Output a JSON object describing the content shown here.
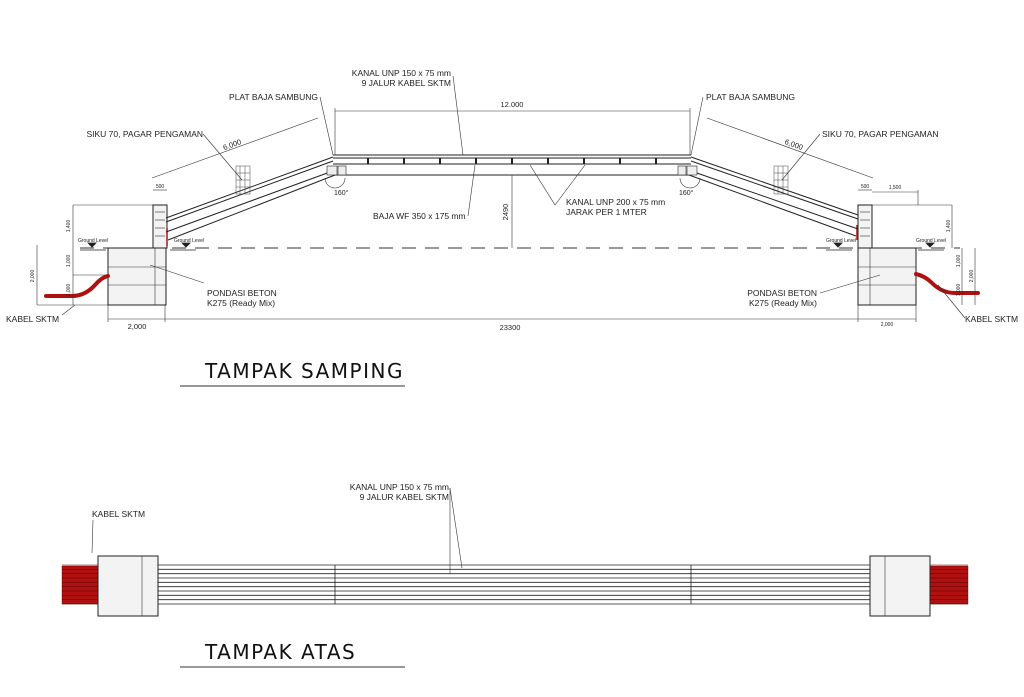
{
  "side_view": {
    "title": "TAMPAK SAMPING",
    "labels": {
      "kanal_unp_150_line1": "KANAL UNP 150 x 75 mm",
      "kanal_unp_150_line2": "9 JALUR KABEL SKTM",
      "plat_baja_left": "PLAT BAJA SAMBUNG",
      "plat_baja_right": "PLAT BAJA SAMBUNG",
      "siku_left": "SIKU 70, PAGAR PENGAMAN",
      "siku_right": "SIKU 70, PAGAR PENGAMAN",
      "baja_wf": "BAJA WF 350 x 175 mm",
      "kanal_unp_200_line1": "KANAL UNP 200 x 75 mm",
      "kanal_unp_200_line2": "JARAK PER 1 MTER",
      "pondasi_left_line1": "PONDASI BETON",
      "pondasi_left_line2": "K275 (Ready Mix)",
      "pondasi_right_line1": "PONDASI BETON",
      "pondasi_right_line2": "K275 (Ready Mix)",
      "kabel_left": "KABEL SKTM",
      "kabel_right": "KABEL SKTM",
      "ground_level": "Ground Level",
      "angle_left": "160°",
      "angle_right": "160°"
    },
    "dimensions": {
      "deck_span": "12.000",
      "ramp_left": "6,000",
      "ramp_right": "6,000",
      "height_clearance": "2490",
      "total_length": "23300",
      "foundation_left_width": "2,000",
      "foundation_right_width": "2,000",
      "pillar_left_width": "500",
      "pillar_right_width": "500",
      "right_offset": "1,500",
      "pillar_left_height": "1,400",
      "pillar_right_height": "1,400",
      "foundation_left_upper": "1,000",
      "foundation_left_lower": "1,000",
      "foundation_left_total": "2,000",
      "foundation_right_upper": "1,000",
      "foundation_right_lower": "1,000",
      "foundation_right_total": "2,000"
    }
  },
  "top_view": {
    "title": "TAMPAK ATAS",
    "labels": {
      "kabel": "KABEL SKTM",
      "kanal_line1": "KANAL UNP 150 x 75 mm",
      "kanal_line2": "9 JALUR KABEL SKTM"
    },
    "cable_count": 9
  },
  "colors": {
    "cable": "#b01010",
    "line": "#222222"
  }
}
